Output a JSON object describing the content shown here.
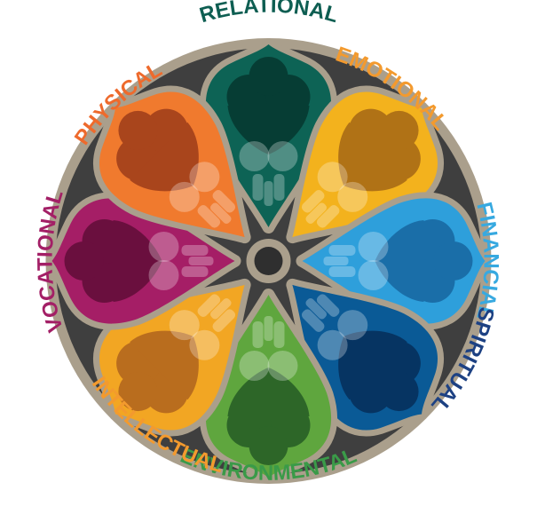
{
  "diagram": {
    "dimensions": [
      {
        "key": "relational",
        "label": "RELATIONAL",
        "color": "#0e5e52"
      },
      {
        "key": "emotional",
        "label": "EMOTIONAL",
        "color": "#f39a2e"
      },
      {
        "key": "financial",
        "label": "FINANCIAL",
        "color": "#37a9e0"
      },
      {
        "key": "spiritual",
        "label": "SPIRITUAL",
        "color": "#1d4183"
      },
      {
        "key": "environmental",
        "label": "ENVIRONMENTAL",
        "color": "#3a9a48"
      },
      {
        "key": "intellectual",
        "label": "INTELLECTUAL",
        "color": "#f39a2e"
      },
      {
        "key": "vocational",
        "label": "VOCATIONAL",
        "color": "#a31f66"
      },
      {
        "key": "physical",
        "label": "PHYSICAL",
        "color": "#ee6a2c"
      }
    ],
    "petal_colors": [
      "#0d6355",
      "#f3b21d",
      "#2e9fdb",
      "#0a5a96",
      "#5fa63e",
      "#f2a623",
      "#a51e66",
      "#f07a2e"
    ],
    "figure_colors": [
      "#063d34",
      "#b07216",
      "#1a6ea8",
      "#063462",
      "#2d6628",
      "#b96d1e",
      "#6a0f3e",
      "#a9451c"
    ],
    "frame_color": "#aa9f8c",
    "disc_color": "#3f3f3f",
    "hub_color": "#2f2f2f"
  }
}
